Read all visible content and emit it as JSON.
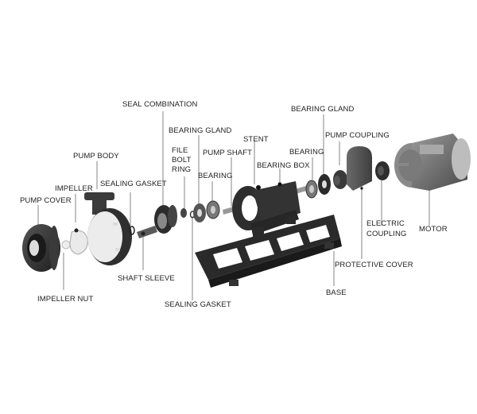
{
  "diagram": {
    "title": "Exploded view of centrifugal pump assembly",
    "background": "#ffffff",
    "line_color": "#555555",
    "part_color_dark": "#2b2b2b",
    "part_color_mid": "#4a4a4a",
    "part_color_light": "#e8e8e8",
    "labels": [
      {
        "id": "seal-combination",
        "text": "SEAL COMBINATION"
      },
      {
        "id": "bearing-gland-1",
        "text": "BEARING GLAND"
      },
      {
        "id": "file-bolt-ring-1",
        "text": "FILE"
      },
      {
        "id": "file-bolt-ring-2",
        "text": "BOLT"
      },
      {
        "id": "file-bolt-ring-3",
        "text": "RING"
      },
      {
        "id": "pump-shaft",
        "text": "PUMP SHAFT"
      },
      {
        "id": "stent",
        "text": "STENT"
      },
      {
        "id": "bearing-gland-2",
        "text": "BEARING GLAND"
      },
      {
        "id": "pump-coupling",
        "text": "PUMP COUPLING"
      },
      {
        "id": "bearing-2",
        "text": "BEARING"
      },
      {
        "id": "bearing-box",
        "text": "BEARING BOX"
      },
      {
        "id": "bearing-1",
        "text": "BEARING"
      },
      {
        "id": "pump-body",
        "text": "PUMP BODY"
      },
      {
        "id": "impeller",
        "text": "IMPELLER"
      },
      {
        "id": "sealing-gasket-1",
        "text": "SEALING GASKET"
      },
      {
        "id": "pump-cover",
        "text": "PUMP COVER"
      },
      {
        "id": "shaft-sleeve",
        "text": "SHAFT SLEEVE"
      },
      {
        "id": "impeller-nut",
        "text": "IMPELLER NUT"
      },
      {
        "id": "sealing-gasket-2",
        "text": "SEALING GASKET"
      },
      {
        "id": "electric-coupling-1",
        "text": "ELECTRIC"
      },
      {
        "id": "electric-coupling-2",
        "text": "COUPLING"
      },
      {
        "id": "motor",
        "text": "MOTOR"
      },
      {
        "id": "protective-cover",
        "text": "PROTECTIVE COVER"
      },
      {
        "id": "base",
        "text": "BASE"
      }
    ]
  }
}
